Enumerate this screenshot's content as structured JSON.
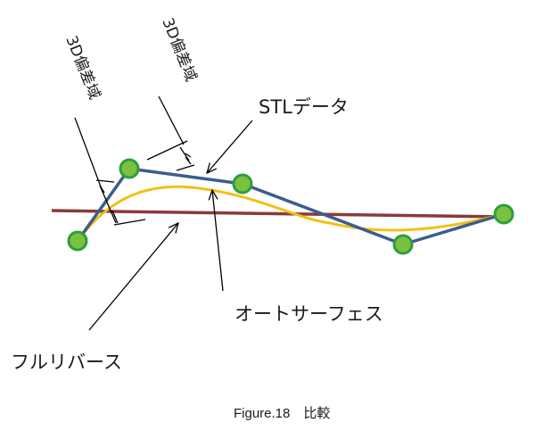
{
  "diagram": {
    "labels": {
      "stl_data": "STLデータ",
      "deviation_3d_left": "3D偏差域",
      "deviation_3d_right": "3D偏差域",
      "auto_surface": "オートサーフェス",
      "full_reverse": "フルリバース"
    },
    "caption": "Figure.18　比較",
    "colors": {
      "stl_polyline": "#3a5e8c",
      "auto_surface_curve": "#f2c014",
      "full_reverse_line": "#8b3a38",
      "vertex_fill": "#7ac142",
      "vertex_stroke": "#2e9e3a",
      "annotation": "#000000"
    }
  }
}
